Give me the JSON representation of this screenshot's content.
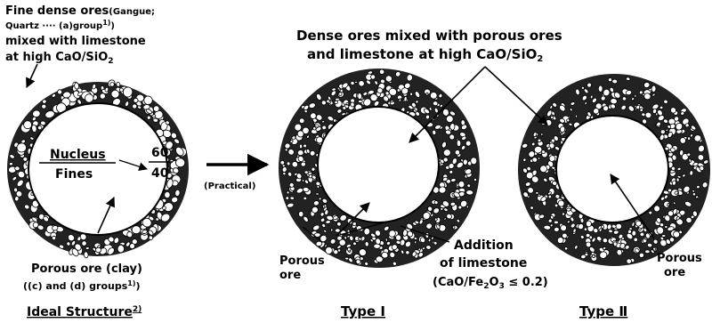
{
  "ideal": {
    "top_note_line1": "Fine dense ores",
    "top_note_paren": "(Gangue;",
    "top_note_line2": "Quartz ···· (a)group",
    "top_note_ref": "1)",
    "top_note_close": ")",
    "mix_line1": "mixed with limestone",
    "mix_line2": "at high CaO/SiO",
    "mix_sub": "2",
    "nucleus_label": "Nucleus",
    "fines_label": "Fines",
    "ratio_top": "60",
    "ratio_bottom": "40",
    "porous_line1": "Porous ore (clay)",
    "porous_line2": "((c) and (d) groups",
    "porous_ref": "1)",
    "porous_close": ")",
    "caption": "Ideal Structure",
    "caption_ref": "2)"
  },
  "transition": {
    "practical_label": "(Practical)"
  },
  "practical": {
    "header_line1": "Dense ores mixed with porous ores",
    "header_line2": "and limestone at high CaO/SiO",
    "header_sub": "2",
    "type1": {
      "porous_line1": "Porous",
      "porous_line2": "ore",
      "addition_line1": "Addition",
      "addition_line2": "of limestone",
      "condition_pre": "(CaO/Fe",
      "condition_sub1": "2",
      "condition_mid": "O",
      "condition_sub2": "3",
      "condition_post": " ≤ 0.2)",
      "caption": "Type Ⅰ"
    },
    "type2": {
      "porous_line1": "Porous",
      "porous_line2": "ore",
      "caption": "Type Ⅱ"
    }
  }
}
